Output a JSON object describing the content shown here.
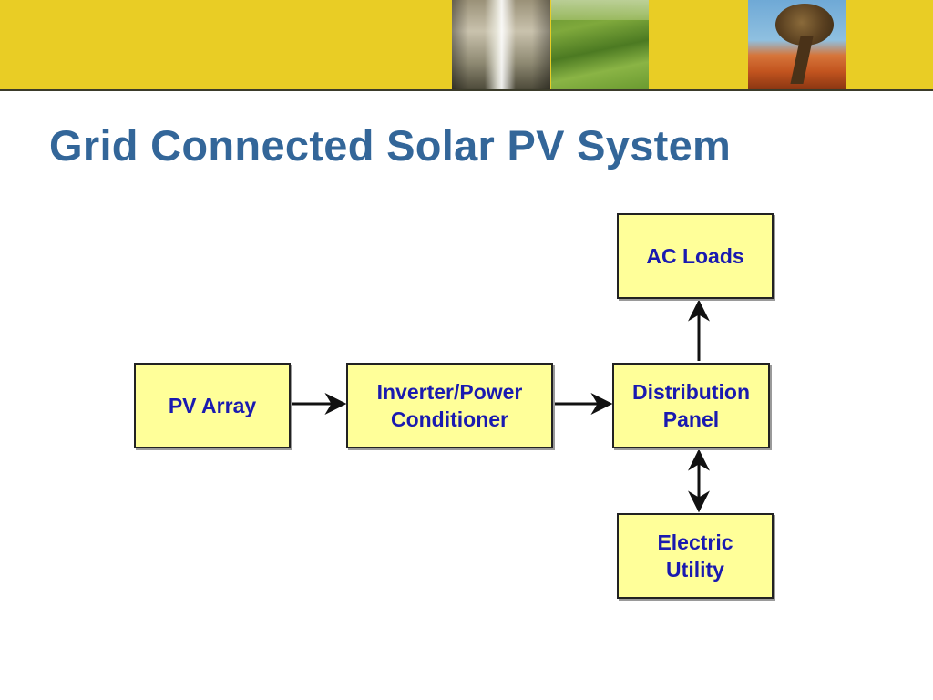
{
  "title": "Grid Connected Solar PV System",
  "header": {
    "photos": [
      "waterfall-photo",
      "green-field-photo",
      "tree-photo"
    ]
  },
  "diagram": {
    "nodes": {
      "pv_array": {
        "lines": [
          "PV Array"
        ]
      },
      "inverter": {
        "lines": [
          "Inverter/Power",
          "Conditioner"
        ]
      },
      "distribution": {
        "lines": [
          "Distribution",
          "Panel"
        ]
      },
      "ac_loads": {
        "lines": [
          "AC Loads"
        ]
      },
      "utility": {
        "lines": [
          "Electric",
          "Utility"
        ]
      }
    },
    "edges": [
      {
        "from": "PV Array",
        "to": "Inverter/Power Conditioner",
        "direction": "one-way"
      },
      {
        "from": "Inverter/Power Conditioner",
        "to": "Distribution Panel",
        "direction": "one-way"
      },
      {
        "from": "Distribution Panel",
        "to": "AC Loads",
        "direction": "one-way"
      },
      {
        "from": "Distribution Panel",
        "to": "Electric Utility",
        "direction": "two-way"
      }
    ]
  },
  "colors": {
    "header_band": "#e9cd25",
    "title": "#336699",
    "box_fill": "#ffff99",
    "box_text": "#1a1ab0",
    "line": "#111111"
  }
}
